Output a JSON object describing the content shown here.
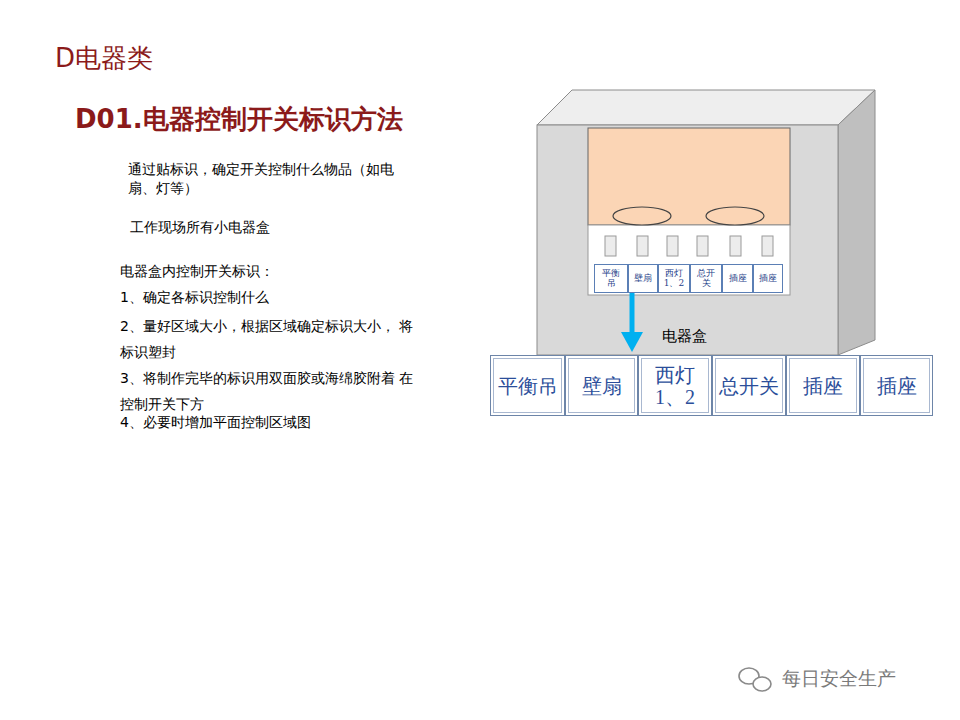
{
  "diagram": {
    "title": "D电器类",
    "nodes": [
      {
        "text": [
          "平衡吊"
        ]
      },
      {
        "text": [
          "壁扇"
        ]
      },
      {
        "text": [
          "西灯 1、2"
        ]
      },
      {
        "text": [
          "总开关"
        ]
      },
      {
        "text": [
          "插座"
        ]
      },
      {
        "text": [
          "插座"
        ]
      },
      {
        "text": [
          "平衡吊"
        ]
      },
      {
        "text": [
          "壁扇"
        ]
      },
      {
        "text": [
          "西灯 1、2"
        ]
      },
      {
        "text": [
          "总开关"
        ]
      },
      {
        "text": [
          "插座"
        ]
      },
      {
        "text": [
          "插座"
        ]
      }
    ],
    "labels": [
      "D01.电器控制开关标识方法",
      "通过贴标识，确定开关控制什么物品（如电扇、灯等）",
      "工作现场所有小电器盒",
      "电器盒内控制开关标识：",
      "1、确定各标识控制什么",
      "2、量好区域大小，根据区域确定标识大小， 将标识塑封",
      "3、将制作完毕的标识用双面胶或海绵胶附着 在控制开关下方",
      "4、必要时增加平面控制区域图",
      "电器盒",
      "每日安全生产"
    ]
  }
}
